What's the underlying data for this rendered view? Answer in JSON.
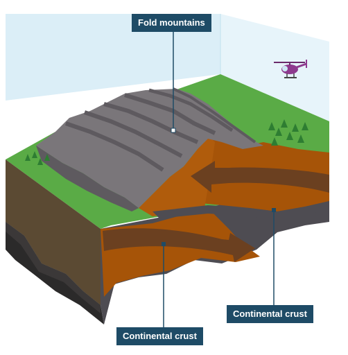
{
  "labels": {
    "fold_mountains": "Fold mountains",
    "continental_crust_left": "Continental crust",
    "continental_crust_right": "Continental crust"
  },
  "icons": [
    "helicopter-icon",
    "tree-icon"
  ],
  "colors": {
    "sky": "#dbeef7",
    "grass": "#5aab46",
    "mountain": "#7a767a",
    "mountain_dark": "#5e5a5f",
    "crust_orange": "#a65408",
    "crust_arrow": "#6b4020",
    "soil": "#5b4a33",
    "rock_dark": "#2b2a2a",
    "rock_mid": "#4e4c52",
    "label_bg": "#1e4b66",
    "leader_line": "#1e4b66"
  }
}
